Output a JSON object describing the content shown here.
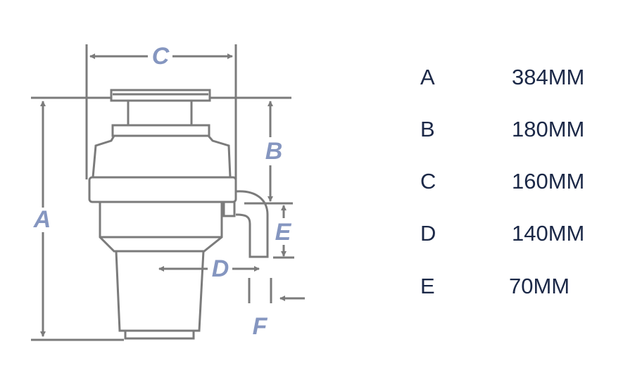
{
  "diagram": {
    "labels": {
      "a": "A",
      "b": "B",
      "c": "C",
      "d": "D",
      "e": "E",
      "f": "F"
    },
    "line_color": "#7b7b7b",
    "label_color": "#8596c0"
  },
  "specs": [
    {
      "label": "A",
      "value": "384MM"
    },
    {
      "label": "B",
      "value": "180MM"
    },
    {
      "label": "C",
      "value": "160MM"
    },
    {
      "label": "D",
      "value": "140MM"
    },
    {
      "label": "E",
      "value": "70MM"
    }
  ]
}
